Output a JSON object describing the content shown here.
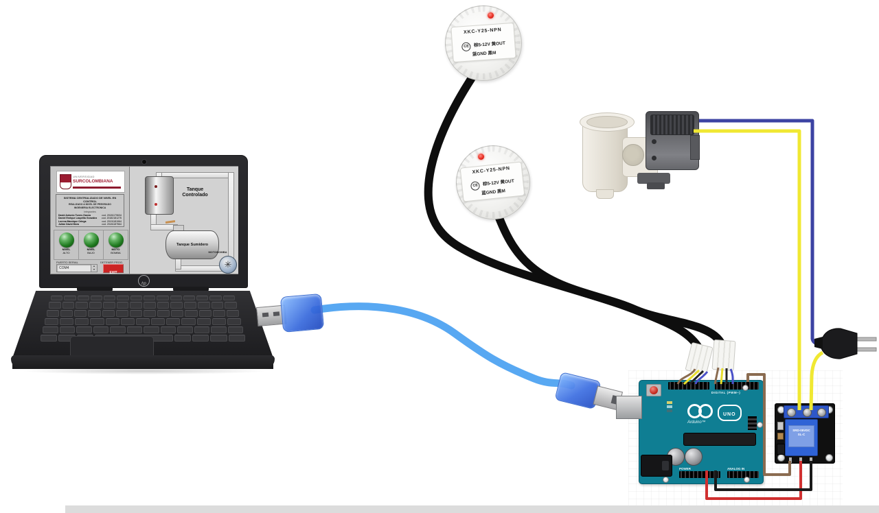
{
  "laptop": {
    "brand": "hp",
    "scada": {
      "logo": {
        "small": "UNIVERSIDAD",
        "main": "SURCOLOMBIANA"
      },
      "project": {
        "line1": "SISTEMA CENTRALIZADO DE NIVEL EN CONTROL",
        "line2": "REALIZADO A NIVEL DE PREGRADO",
        "line3": "INGENIERIA ELECTRONICA",
        "members_heading": "Integrantes",
        "members": [
          {
            "name": "David Antonio Torres García",
            "code": "cod. 20181179634"
          },
          {
            "name": "Daniel Enrique Lasprilla González",
            "code": "cod. 20182181275"
          },
          {
            "name": "Lorena Manrique Ortega",
            "code": "cod. 20191181964"
          },
          {
            "name": "Julián David Mora",
            "code": "cod. 20181187564"
          }
        ]
      },
      "indicators": [
        {
          "line1": "NIVEL",
          "line2": "ALTO"
        },
        {
          "line1": "NIVEL",
          "line2": "BAJO"
        },
        {
          "line1": "MOTO",
          "line2": "BOMBA"
        }
      ],
      "controls": {
        "port_label": "PUERTO SERIAL",
        "port_value": "COM4",
        "stop_label": "DETENER PROG.",
        "stop_button": "EXIT"
      },
      "diagram": {
        "tank1_line1": "Tanque",
        "tank1_line2": "Controlado",
        "tank2": "Tanque Sumidero",
        "pump_label": "MOTOBOMBA"
      }
    }
  },
  "sensor": {
    "model": "XKC-Y25-NPN",
    "ce_mark": "CE",
    "line2": "棕5-12V 黄OUT",
    "line3": "蓝GND 黑M"
  },
  "arduino": {
    "digital_label": "DIGITAL (PWM~)",
    "logo_text": "UNO",
    "brand": "Arduino™",
    "power_label": "POWER",
    "analog_label": "ANALOG IN"
  },
  "relay": {
    "label_line1": "SRD-05VDC",
    "label_line2": "SL-C"
  },
  "wires": {
    "usb_cable": "#58a8f2",
    "sensor_cable": "#0e0e0e",
    "pump_blue": "#3c43a3",
    "pump_yellow": "#f0e832",
    "signal_brown": "#8a6b50",
    "signal_yellow": "#e8dd2e",
    "signal_black": "#232323",
    "signal_blue": "#4a50c8",
    "power_red": "#d03030",
    "power_black": "#1a1a1a"
  }
}
